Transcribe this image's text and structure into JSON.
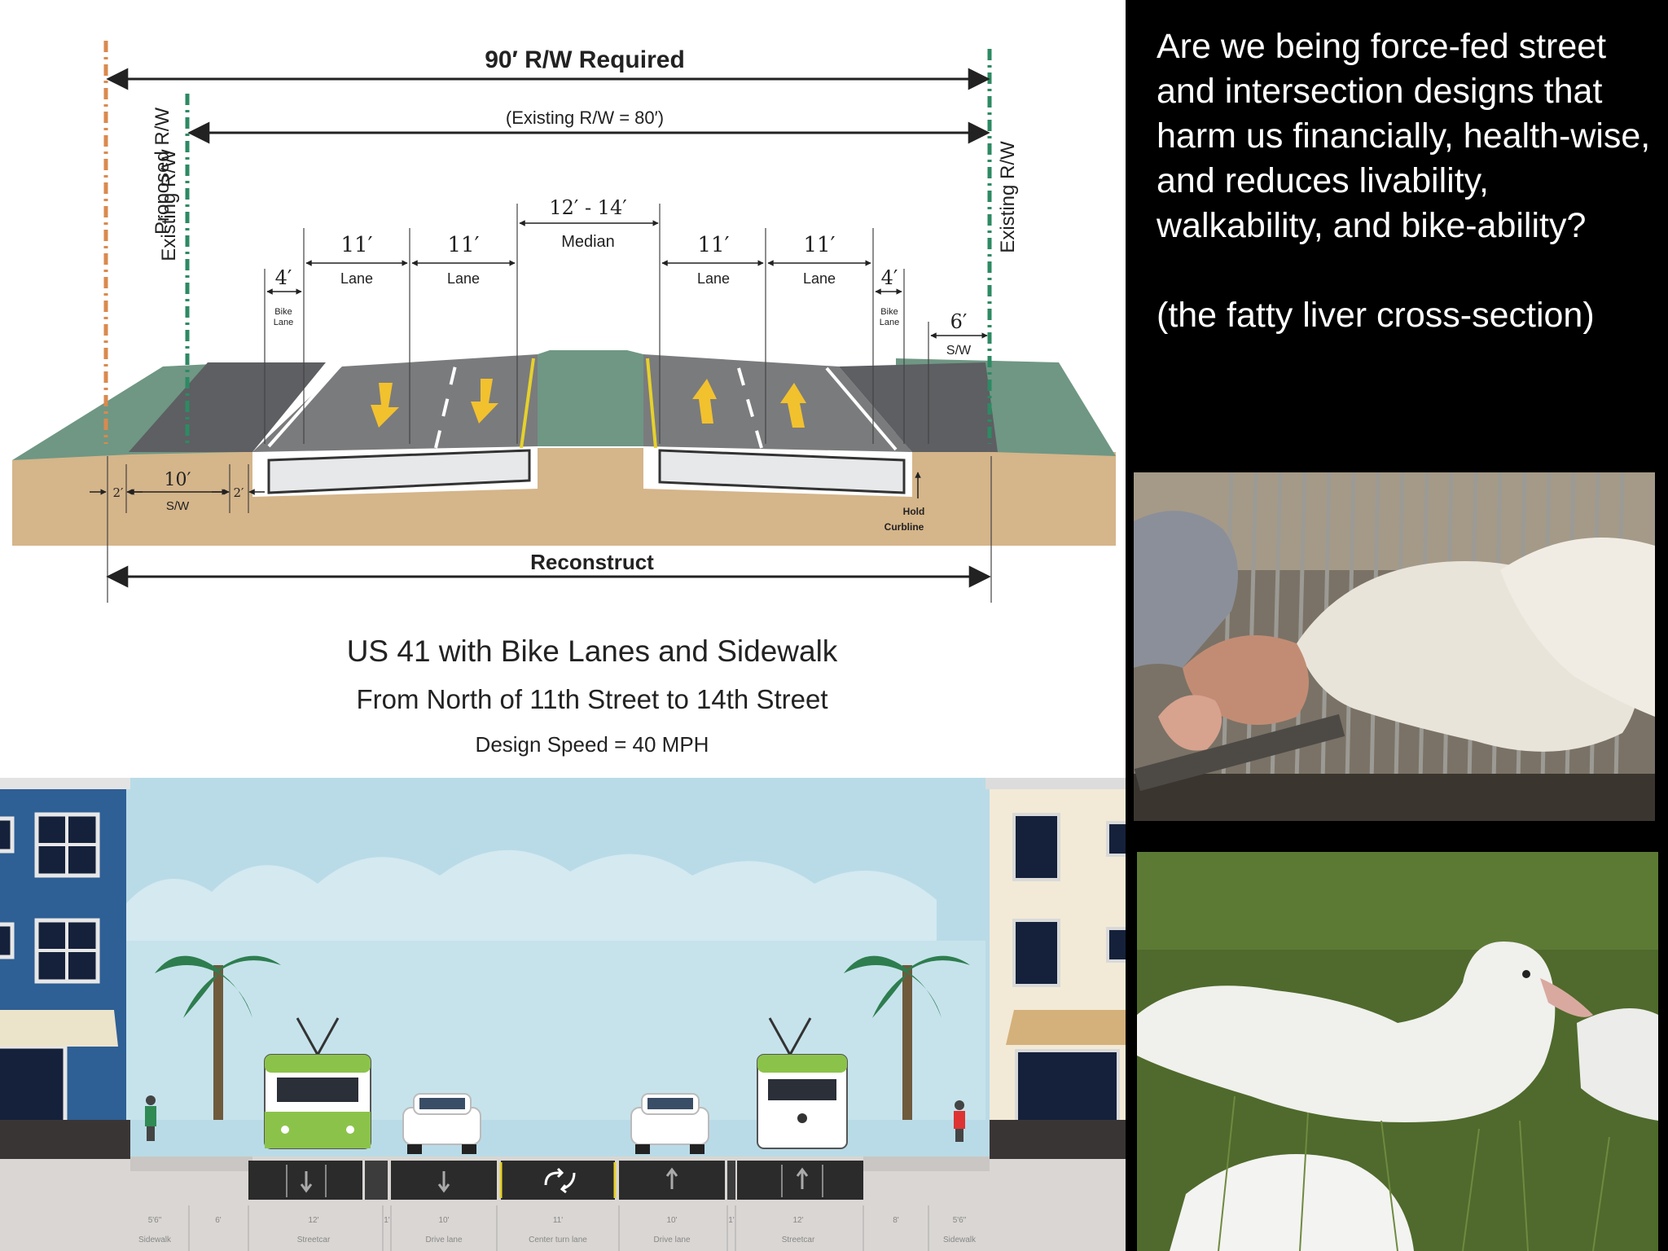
{
  "question": {
    "text": "Are we being force-fed street and intersection designs that harm us financially, health-wise, and reduces livability, walkability, and bike-ability?",
    "subtext": "(the fatty liver cross-section)"
  },
  "cross_section": {
    "rw_required": "90′ R/W Required",
    "existing_rw": "(Existing R/W = 80′)",
    "proposed_rw_label": "Proposed  R/W",
    "existing_rw_label": "Existing  R/W",
    "median_width": "12′ - 14′",
    "median_label": "Median",
    "lane_width": "11′",
    "lane_label": "Lane",
    "bike_width": "4′",
    "bike_label_1": "Bike",
    "bike_label_2": "Lane",
    "sw_right_width": "6′",
    "sw_label": "S/W",
    "sw_left_width": "10′",
    "buffer_width": "2′",
    "hold_1": "Hold",
    "hold_2": "Curbline",
    "reconstruct": "Reconstruct",
    "title": "US 41 with Bike Lanes and Sidewalk",
    "subtitle": "From North of 11th Street to 14th Street",
    "design_speed": "Design Speed = 40 MPH"
  },
  "streetmix": {
    "widths": [
      "5'6\"",
      "6'",
      "12'",
      "1'",
      "10'",
      "11'",
      "10'",
      "1'",
      "12'",
      "8'",
      "5'6\""
    ],
    "labels": [
      "Sidewalk",
      "Streetcar",
      "Drive lane",
      "Center turn lane",
      "Drive lane",
      "Streetcar",
      "Sidewalk"
    ]
  },
  "colors": {
    "background": "#000000",
    "text": "#ffffff",
    "terrain": "#6f9784",
    "soil": "#d5b58a",
    "asphalt": "#7a7b7d",
    "arrow": "#f2c12e",
    "sky": "#b9dbe7",
    "building_left": "#2e5f95",
    "building_right": "#f2ead6",
    "streetcar_green": "#8bc34a"
  }
}
